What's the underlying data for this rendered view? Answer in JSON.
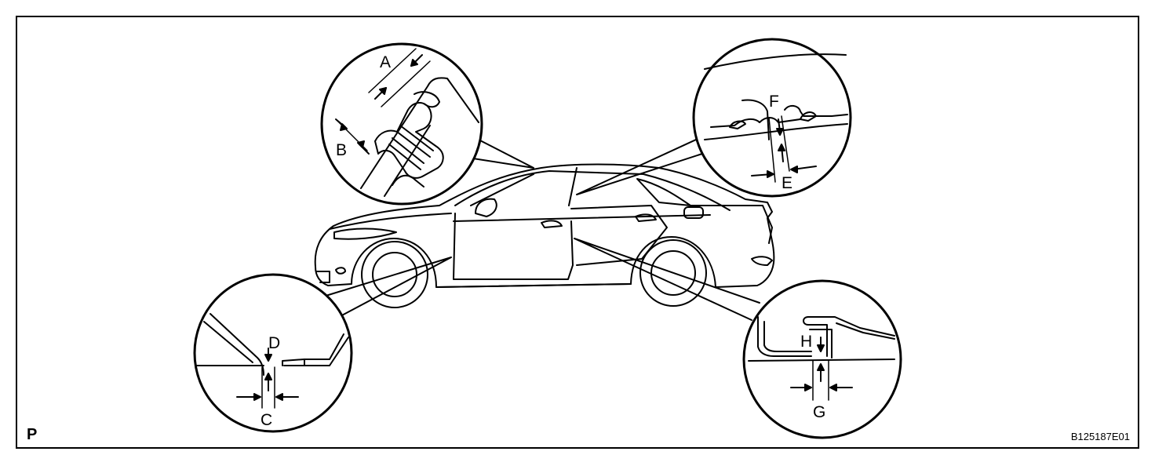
{
  "labels": {
    "a": "A",
    "b": "B",
    "c": "C",
    "d": "D",
    "e": "E",
    "f": "F",
    "g": "G",
    "h": "H"
  },
  "corner_mark": "P",
  "figure_id": "B125187E01"
}
